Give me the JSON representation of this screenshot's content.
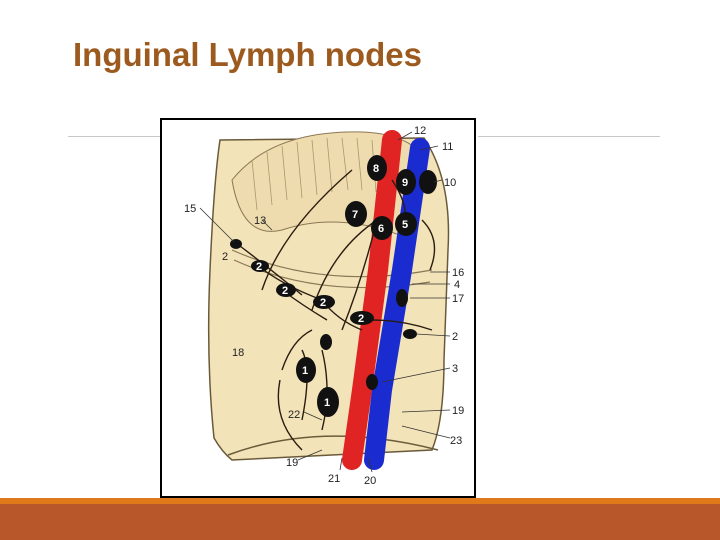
{
  "slide": {
    "title": "Inguinal Lymph nodes"
  },
  "figure": {
    "labels": [
      "12",
      "11",
      "10",
      "15",
      "13",
      "2",
      "16",
      "4",
      "17",
      "2",
      "18",
      "3",
      "19",
      "23",
      "22",
      "19",
      "21",
      "20"
    ],
    "nodes": [
      "8",
      "9",
      "7",
      "6",
      "5",
      "2",
      "2",
      "2",
      "2",
      "1",
      "1"
    ]
  },
  "colors": {
    "title": "#9c5a1f",
    "band_thin": "#e0791a",
    "band_thick": "#b8572a",
    "artery": "#e02424",
    "vein": "#1a2bd0",
    "tissue": "#f3e3b8"
  }
}
